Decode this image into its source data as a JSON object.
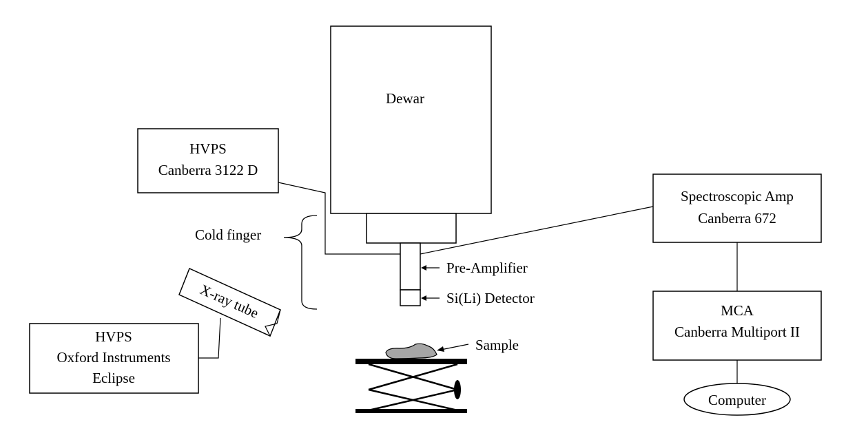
{
  "dewar": {
    "label": "Dewar"
  },
  "hvps_detector": {
    "line1": "HVPS",
    "line2": "Canberra 3122 D"
  },
  "amp": {
    "line1": "Spectroscopic Amp",
    "line2": "Canberra 672"
  },
  "mca": {
    "line1": "MCA",
    "line2": "Canberra Multiport II"
  },
  "computer": {
    "label": "Computer"
  },
  "cold_finger": {
    "label": "Cold finger"
  },
  "preamp": {
    "label": "Pre-Amplifier"
  },
  "detector": {
    "label": "Si(Li) Detector"
  },
  "xray_tube": {
    "label": "X-ray tube"
  },
  "hvps_tube": {
    "line1": "HVPS",
    "line2": "Oxford Instruments",
    "line3": "Eclipse"
  },
  "sample": {
    "label": "Sample"
  },
  "colors": {
    "stroke": "#000000",
    "sample_fill": "#a6a6a6",
    "background": "#ffffff"
  }
}
